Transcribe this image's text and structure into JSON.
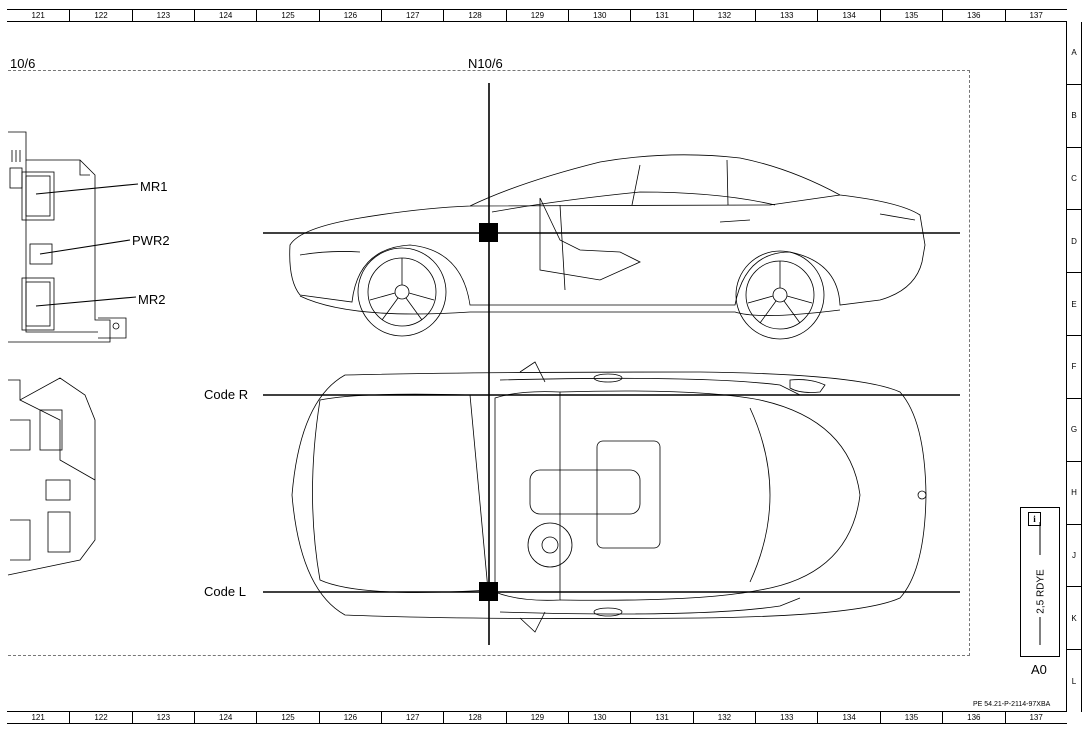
{
  "grid": {
    "columns": [
      "121",
      "122",
      "123",
      "124",
      "125",
      "126",
      "127",
      "128",
      "129",
      "130",
      "131",
      "132",
      "133",
      "134",
      "135",
      "136",
      "137"
    ],
    "rows": [
      "A",
      "B",
      "C",
      "D",
      "E",
      "F",
      "G",
      "H",
      "J",
      "K",
      "L"
    ]
  },
  "labels": {
    "left_ref": "10/6",
    "main_ref": "N10/6",
    "mr1": "MR1",
    "pwr2": "PWR2",
    "mr2": "MR2",
    "code_r": "Code R",
    "code_l": "Code L"
  },
  "legend": {
    "info_icon": "i",
    "wire": "2,5 RDYE",
    "code": "A0"
  },
  "document_ref": "PE 54.21-P-2114-97XBA"
}
